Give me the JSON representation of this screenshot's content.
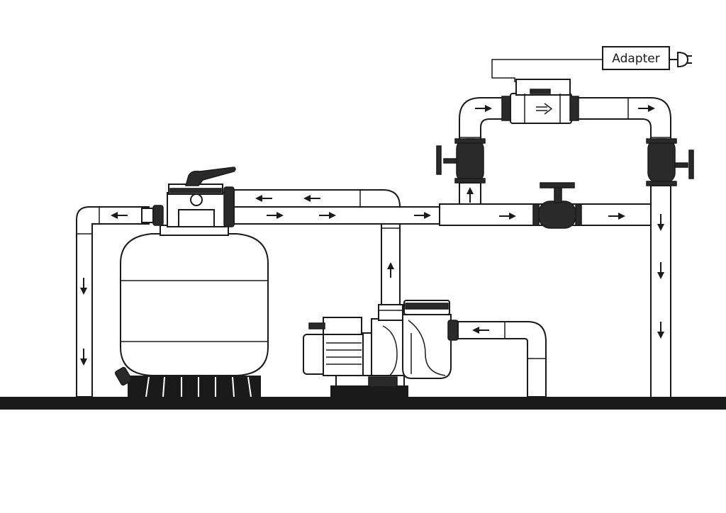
{
  "diagram": {
    "adapter_label": "Adapter"
  },
  "colors": {
    "ink": "#1a1a1a",
    "valve_fill": "#2a2a2a",
    "background": "#ffffff"
  },
  "components": [
    "sand-filter",
    "multiport-valve",
    "pump",
    "flow-meter",
    "adapter",
    "gate-valve"
  ],
  "icons": [
    "arrow-icon",
    "plug-icon"
  ]
}
